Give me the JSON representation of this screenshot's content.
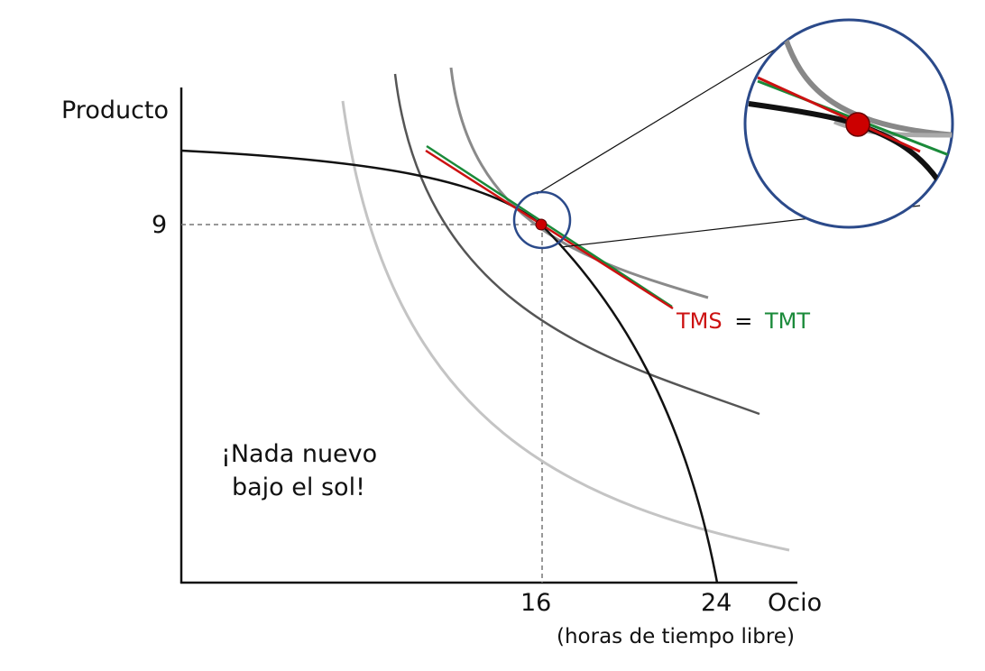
{
  "chart_data": {
    "type": "line",
    "axes": {
      "y_label": "Producto",
      "x_label": "Ocio",
      "x_sublabel": "(horas de tiempo libre)"
    },
    "ticks": {
      "x": [
        "16",
        "24"
      ],
      "y": [
        "9"
      ]
    },
    "equilibrium": {
      "x": 16,
      "y": 9
    },
    "tangent_labels": {
      "left": "TMS",
      "equals": "=",
      "right": "TMT"
    },
    "annotation": [
      "¡Nada nuevo",
      "bajo el sol!"
    ],
    "colors": {
      "frontier": "#111111",
      "tms": "#cc1111",
      "tmt": "#1a8a3a",
      "point": "#cc0000",
      "magnifier": "#2b4a8a",
      "indifference": [
        "#c4c4c4",
        "#555555",
        "#6f6f6f",
        "#8a8a8a"
      ]
    }
  }
}
